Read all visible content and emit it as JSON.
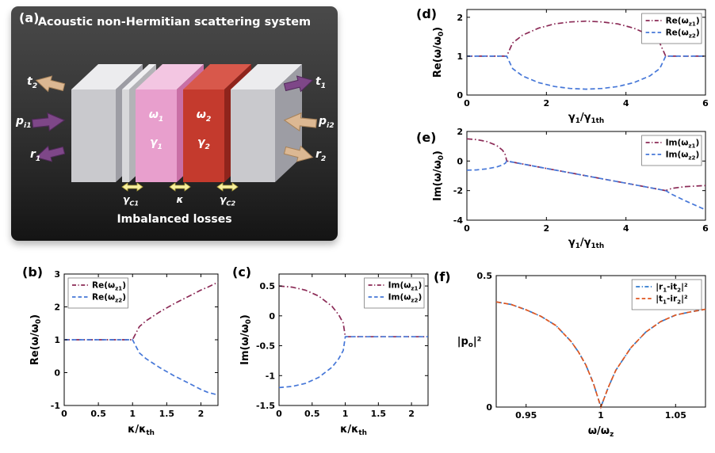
{
  "figure": {
    "bg": "#ffffff"
  },
  "panel_a": {
    "label": "(a)",
    "title": "Acoustic non-Hermitian scattering system",
    "footer": "Imbalanced losses",
    "slabs": {
      "omega1": "ω_{1}",
      "gamma1": "γ_{1}",
      "omega2": "ω_{2}",
      "gamma2": "γ_{2}"
    },
    "couplings": {
      "left": "γ_{C1}",
      "mid": "κ",
      "right": "γ_{C2}"
    },
    "ports": {
      "t2": "t_{2}",
      "pi1": "p_{i1}",
      "r1": "r_{1}",
      "t1": "t_{1}",
      "pi2": "p_{i2}",
      "r2": "r_{2}"
    },
    "colors": {
      "slab_gray_top": "#ececee",
      "slab_gray_front": "#c9c9cd",
      "slab_gray_side": "#9d9da4",
      "plate_top": "#f0f0f2",
      "plate_front": "#d8d8da",
      "plate_side": "#b3b3b7",
      "pink_top": "#f3c6e2",
      "pink_front": "#e89fcd",
      "pink_side": "#c96fa6",
      "red_top": "#d8584b",
      "red_front": "#c43a2d",
      "red_side": "#8f241c",
      "purple": "#7e4788",
      "purple_dark": "#512a5a",
      "tan": "#dcb893",
      "tan_dark": "#a8835a",
      "yellow": "#f7f0a0",
      "yellow_dark": "#b8a93f"
    }
  },
  "chart_data": [
    {
      "id": "b",
      "panel_label": "(b)",
      "type": "line",
      "xlabel": "κ/κ_{th}",
      "ylabel": "Re(ω/ω_{0})",
      "xlim": [
        0,
        2.25
      ],
      "ylim": [
        -1,
        3
      ],
      "xticks": [
        0,
        0.5,
        1,
        1.5,
        2
      ],
      "yticks": [
        -1,
        0,
        1,
        2,
        3
      ],
      "legend_pos": "nw",
      "grid": false,
      "margin": {
        "l": 46,
        "r": 10,
        "t": 8,
        "b": 38
      },
      "series": [
        {
          "name": "Re(ω_{z1})",
          "color": "#8B2A56",
          "style": "dashdot",
          "x": [
            0,
            0.25,
            0.5,
            0.75,
            1,
            1.1,
            1.2,
            1.4,
            1.6,
            1.8,
            2,
            2.1,
            2.25
          ],
          "y": [
            1,
            1,
            1,
            1,
            1,
            1.4,
            1.58,
            1.85,
            2.09,
            2.3,
            2.51,
            2.6,
            2.75
          ]
        },
        {
          "name": "Re(ω_{z2})",
          "color": "#4677D8",
          "style": "dashed",
          "x": [
            0,
            0.25,
            0.5,
            0.75,
            1,
            1.1,
            1.2,
            1.4,
            1.6,
            1.8,
            2,
            2.1,
            2.25
          ],
          "y": [
            1,
            1,
            1,
            1,
            1,
            0.6,
            0.42,
            0.15,
            -0.09,
            -0.3,
            -0.51,
            -0.6,
            -0.68
          ]
        }
      ]
    },
    {
      "id": "c",
      "panel_label": "(c)",
      "type": "line",
      "xlabel": "κ/κ_{th}",
      "ylabel": "Im(ω/ω_{0})",
      "xlim": [
        0,
        2.25
      ],
      "ylim": [
        -1.5,
        0.7
      ],
      "xticks": [
        0,
        0.5,
        1,
        1.5,
        2
      ],
      "yticks": [
        -1.5,
        -1,
        -0.5,
        0,
        0.5
      ],
      "legend_pos": "ne",
      "grid": false,
      "margin": {
        "l": 52,
        "r": 10,
        "t": 8,
        "b": 38
      },
      "series": [
        {
          "name": "Im(ω_{z1})",
          "color": "#8B2A56",
          "style": "dashdot",
          "x": [
            0,
            0.2,
            0.4,
            0.6,
            0.8,
            0.9,
            0.97,
            1,
            1.3,
            1.6,
            1.9,
            2.25
          ],
          "y": [
            0.5,
            0.48,
            0.43,
            0.33,
            0.16,
            0.02,
            -0.12,
            -0.35,
            -0.35,
            -0.35,
            -0.35,
            -0.35
          ]
        },
        {
          "name": "Im(ω_{z2})",
          "color": "#4677D8",
          "style": "dashed",
          "x": [
            0,
            0.2,
            0.4,
            0.6,
            0.8,
            0.9,
            0.97,
            1,
            1.3,
            1.6,
            1.9,
            2.25
          ],
          "y": [
            -1.2,
            -1.18,
            -1.13,
            -1.03,
            -0.86,
            -0.72,
            -0.58,
            -0.35,
            -0.35,
            -0.35,
            -0.35,
            -0.35
          ]
        }
      ]
    },
    {
      "id": "d",
      "panel_label": "(d)",
      "type": "line",
      "xlabel": "γ_{1}/γ_{1th}",
      "ylabel": "Re(ω/ω_{0})",
      "xlim": [
        0,
        6
      ],
      "ylim": [
        0,
        2.2
      ],
      "xticks": [
        0,
        2,
        4,
        6
      ],
      "yticks": [
        0,
        1,
        2
      ],
      "legend_pos": "ne",
      "grid": false,
      "margin": {
        "l": 46,
        "r": 10,
        "t": 6,
        "b": 36
      },
      "series": [
        {
          "name": "Re(ω_{z1})",
          "color": "#8B2A56",
          "style": "dashdot",
          "x": [
            0,
            0.5,
            1,
            1.15,
            1.4,
            1.8,
            2.2,
            2.6,
            3,
            3.4,
            3.8,
            4.2,
            4.6,
            4.85,
            5,
            5.5,
            6
          ],
          "y": [
            1,
            1,
            1,
            1.34,
            1.54,
            1.72,
            1.83,
            1.88,
            1.9,
            1.88,
            1.83,
            1.72,
            1.54,
            1.34,
            1,
            1,
            1
          ]
        },
        {
          "name": "Re(ω_{z2})",
          "color": "#4677D8",
          "style": "dashed",
          "x": [
            0,
            0.5,
            1,
            1.15,
            1.4,
            1.8,
            2.2,
            2.6,
            3,
            3.4,
            3.8,
            4.2,
            4.6,
            4.85,
            5,
            5.5,
            6
          ],
          "y": [
            1,
            1,
            1,
            0.68,
            0.49,
            0.32,
            0.22,
            0.17,
            0.15,
            0.17,
            0.22,
            0.32,
            0.49,
            0.68,
            1,
            1,
            1
          ]
        }
      ]
    },
    {
      "id": "e",
      "panel_label": "(e)",
      "type": "line",
      "xlabel": "γ_{1}/γ_{1th}",
      "ylabel": "Im(ω/ω_{0})",
      "xlim": [
        0,
        6
      ],
      "ylim": [
        -4,
        2
      ],
      "xticks": [
        0,
        2,
        4,
        6
      ],
      "yticks": [
        -4,
        -2,
        0,
        2
      ],
      "legend_pos": "ne",
      "grid": false,
      "margin": {
        "l": 46,
        "r": 10,
        "t": 6,
        "b": 36
      },
      "series": [
        {
          "name": "Im(ω_{z1})",
          "color": "#8B2A56",
          "style": "dashdot",
          "x": [
            0,
            0.25,
            0.5,
            0.75,
            0.9,
            0.97,
            1,
            1.5,
            2,
            2.5,
            3,
            3.5,
            4,
            4.5,
            5,
            5.15,
            5.5,
            6
          ],
          "y": [
            1.5,
            1.45,
            1.32,
            1.05,
            0.72,
            0.4,
            0,
            -0.25,
            -0.5,
            -0.75,
            -1.0,
            -1.25,
            -1.5,
            -1.75,
            -2.0,
            -1.85,
            -1.73,
            -1.66
          ]
        },
        {
          "name": "Im(ω_{z2})",
          "color": "#4677D8",
          "style": "dashed",
          "x": [
            0,
            0.25,
            0.5,
            0.75,
            0.9,
            0.97,
            1,
            1.5,
            2,
            2.5,
            3,
            3.5,
            4,
            4.5,
            5,
            5.15,
            5.5,
            6
          ],
          "y": [
            -0.62,
            -0.6,
            -0.53,
            -0.4,
            -0.26,
            -0.14,
            0,
            -0.25,
            -0.5,
            -0.75,
            -1.0,
            -1.25,
            -1.5,
            -1.75,
            -2.0,
            -2.25,
            -2.7,
            -3.3
          ]
        }
      ]
    },
    {
      "id": "f",
      "panel_label": "(f)",
      "type": "line",
      "xlabel": "ω/ω_{z}",
      "ylabel": "|p_{o}|²",
      "ylabel_horizontal": true,
      "xlim": [
        0.93,
        1.07
      ],
      "ylim": [
        0,
        0.5
      ],
      "xticks": [
        0.95,
        1,
        1.05
      ],
      "yticks": [
        0,
        0.5
      ],
      "legend_pos": "ne",
      "grid": false,
      "margin": {
        "l": 58,
        "r": 10,
        "t": 8,
        "b": 38
      },
      "series": [
        {
          "name": "|r_{1}-it_{2}|²",
          "color": "#2E79CE",
          "style": "dashdot",
          "x": [
            0.93,
            0.94,
            0.95,
            0.96,
            0.97,
            0.98,
            0.985,
            0.99,
            0.995,
            1,
            1.005,
            1.01,
            1.02,
            1.03,
            1.04,
            1.05,
            1.06,
            1.07
          ],
          "y": [
            0.4,
            0.39,
            0.37,
            0.345,
            0.31,
            0.25,
            0.21,
            0.16,
            0.09,
            0,
            0.075,
            0.14,
            0.225,
            0.285,
            0.325,
            0.35,
            0.362,
            0.372
          ]
        },
        {
          "name": "|t_{1}-ir_{2}|²",
          "color": "#E0561F",
          "style": "dashed",
          "x": [
            0.93,
            0.94,
            0.95,
            0.96,
            0.97,
            0.98,
            0.985,
            0.99,
            0.995,
            1,
            1.005,
            1.01,
            1.02,
            1.03,
            1.04,
            1.05,
            1.06,
            1.07
          ],
          "y": [
            0.4,
            0.39,
            0.37,
            0.345,
            0.31,
            0.25,
            0.21,
            0.16,
            0.09,
            0,
            0.075,
            0.14,
            0.225,
            0.285,
            0.325,
            0.35,
            0.362,
            0.372
          ]
        }
      ]
    }
  ]
}
